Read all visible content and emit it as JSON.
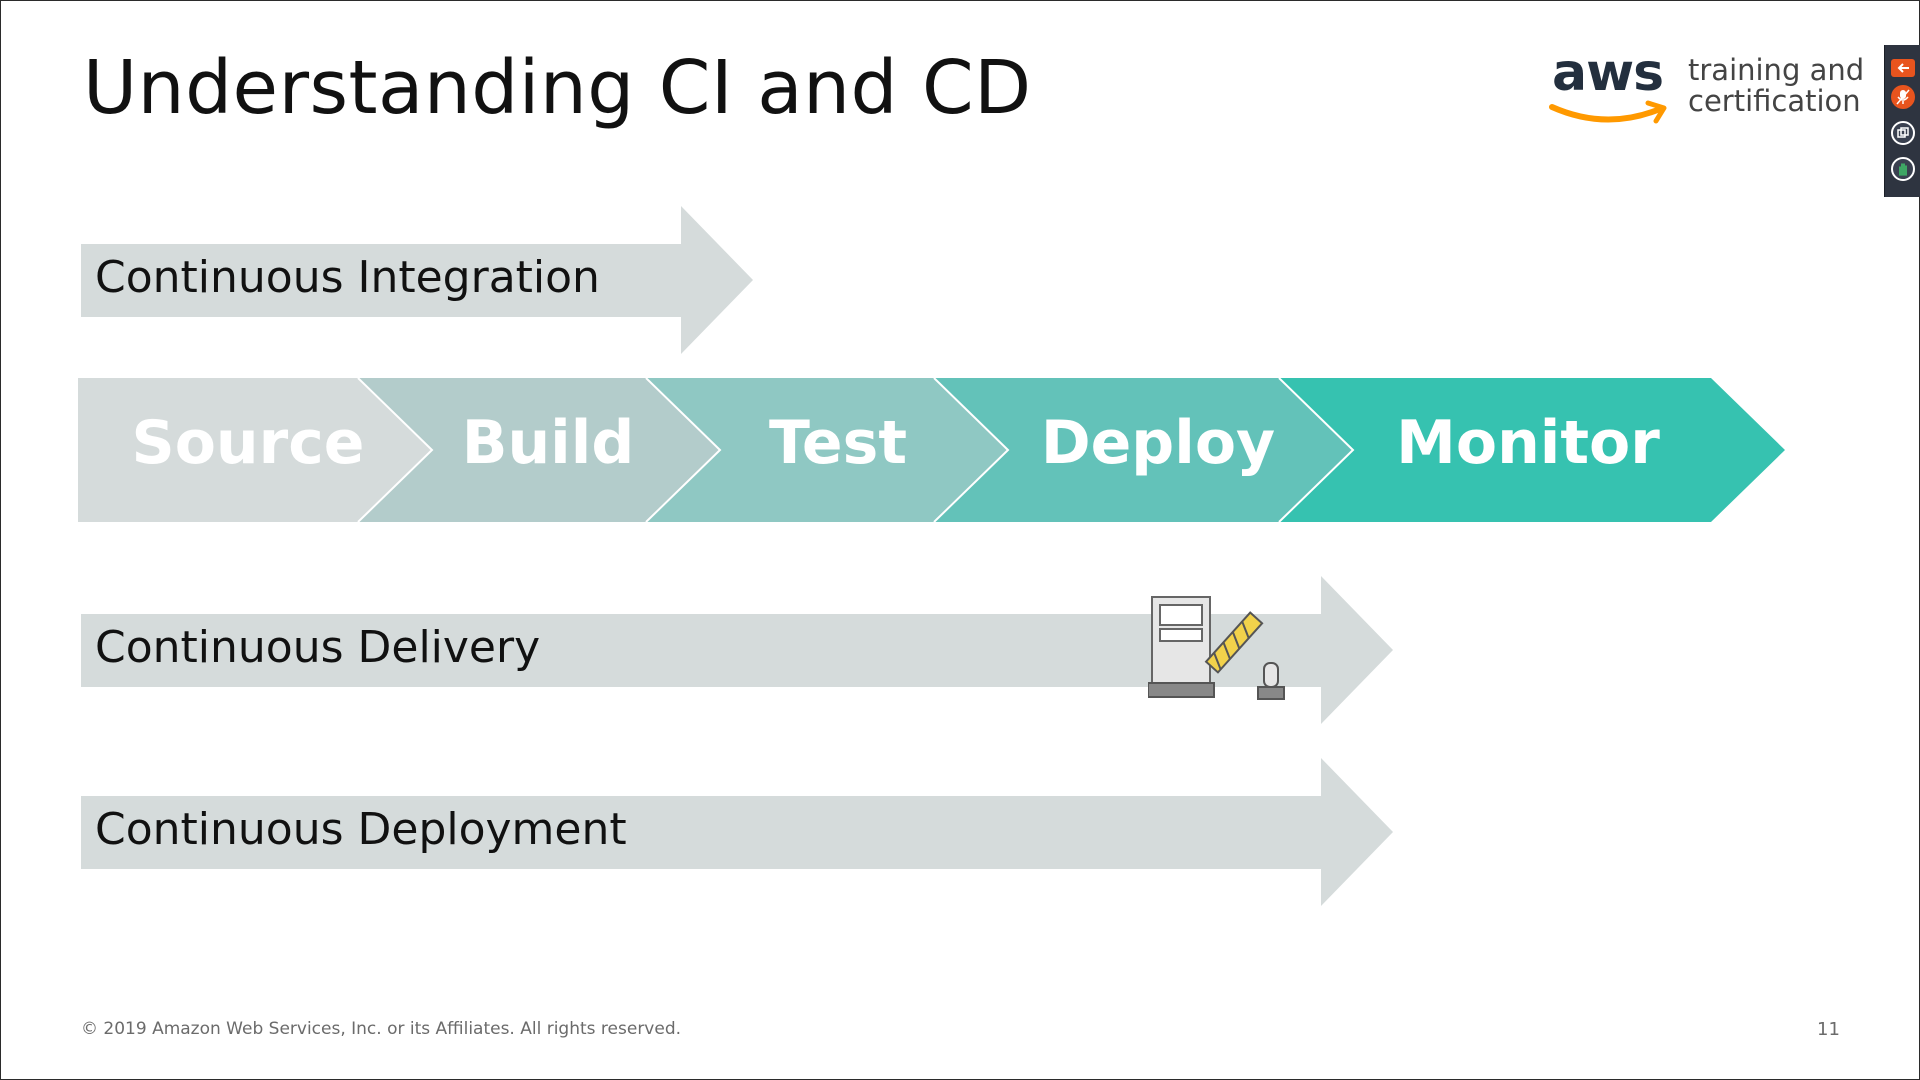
{
  "slide": {
    "title": "Understanding CI and CD",
    "logo": {
      "word": "aws",
      "line1": "training and",
      "line2": "certification"
    },
    "rows": {
      "ci": "Continuous Integration",
      "delivery": "Continuous Delivery",
      "deployment": "Continuous Deployment"
    },
    "pipeline": [
      {
        "label": "Source",
        "color": "#d5dbdb"
      },
      {
        "label": "Build",
        "color": "#b3cccb"
      },
      {
        "label": "Test",
        "color": "#8fc8c3"
      },
      {
        "label": "Deploy",
        "color": "#63c2b9"
      },
      {
        "label": "Monitor",
        "color": "#36c2b0"
      }
    ],
    "arrow_color": "#d5dbdb",
    "footer": "© 2019 Amazon Web Services, Inc. or its Affiliates. All rights reserved.",
    "page_number": "11"
  },
  "toolbar": {
    "icons": [
      "exit-icon",
      "microphone-icon",
      "window-icon",
      "hand-raise-icon"
    ],
    "colors": {
      "exit": "#e8541e",
      "microphone": "#e8541e",
      "window": "#3a4150",
      "hand": "#3a4150"
    }
  }
}
